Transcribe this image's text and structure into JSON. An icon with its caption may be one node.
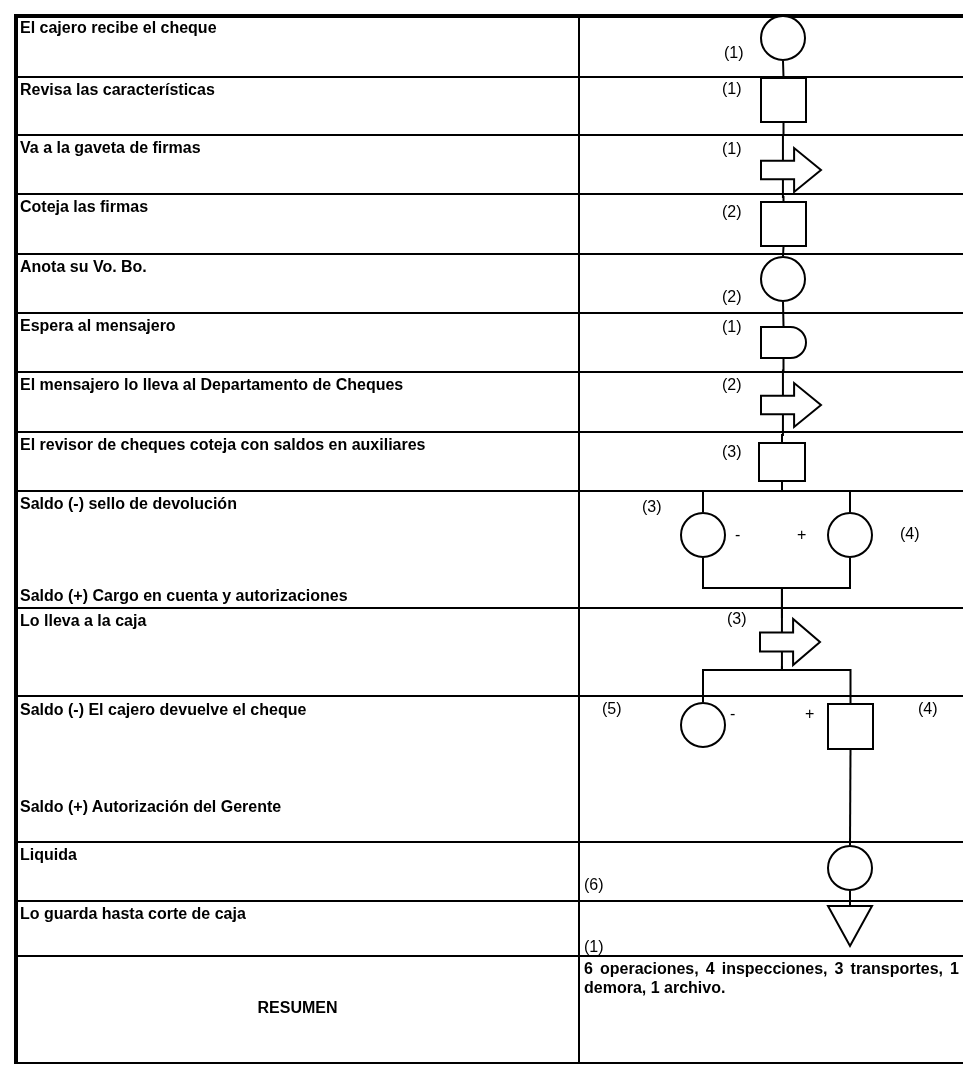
{
  "diagram": {
    "nodes": [
      {
        "text": [],
        "shape": "circle",
        "beside": [
          "(1)"
        ]
      },
      {
        "text": [],
        "shape": "box",
        "beside": [
          "(1)"
        ]
      },
      {
        "text": [],
        "shape": "arrow",
        "beside": [
          "(1)"
        ]
      },
      {
        "text": [],
        "shape": "box",
        "beside": [
          "(2)"
        ]
      },
      {
        "text": [],
        "shape": "circle",
        "beside": [
          "(2)"
        ]
      },
      {
        "text": [],
        "shape": "semicircle",
        "beside": [
          "(1)"
        ]
      },
      {
        "text": [],
        "shape": "arrow",
        "beside": [
          "(2)"
        ]
      },
      {
        "text": [],
        "shape": "box",
        "beside": [
          "(3)"
        ]
      },
      {
        "text": [],
        "shape": "circle",
        "beside": [
          "(3)",
          "-"
        ]
      },
      {
        "text": [],
        "shape": "circle",
        "beside": [
          "+",
          "(4)"
        ]
      },
      {
        "text": [],
        "shape": "arrow",
        "beside": [
          "(3)"
        ]
      },
      {
        "text": [],
        "shape": "circle",
        "beside": [
          "(5)",
          "-"
        ]
      },
      {
        "text": [],
        "shape": "box",
        "beside": [
          "+",
          "(4)"
        ]
      },
      {
        "text": [],
        "shape": "circle"
      },
      {
        "text": [],
        "shape": "triangle"
      }
    ],
    "edges": [
      {
        "from": 0,
        "to": 1,
        "arrow": "none"
      },
      {
        "from": 1,
        "to": 2,
        "arrow": "none"
      },
      {
        "from": 2,
        "to": 3,
        "arrow": "none"
      },
      {
        "from": 3,
        "to": 4,
        "arrow": "none"
      },
      {
        "from": 4,
        "to": 5,
        "arrow": "none"
      },
      {
        "from": 5,
        "to": 6,
        "arrow": "none"
      },
      {
        "from": 6,
        "to": 7,
        "arrow": "none"
      },
      {
        "from": 7,
        "to": 8,
        "arrow": "none"
      },
      {
        "from": 7,
        "to": 9,
        "arrow": "none"
      },
      {
        "from": 8,
        "to": 10,
        "arrow": "none"
      },
      {
        "from": 9,
        "to": 10,
        "arrow": "none"
      },
      {
        "from": 10,
        "to": 11,
        "arrow": "none"
      },
      {
        "from": 10,
        "to": 12,
        "arrow": "none"
      },
      {
        "from": 12,
        "to": 13,
        "arrow": "none"
      },
      {
        "from": 13,
        "to": 14,
        "arrow": "none"
      }
    ],
    "labels": [
      "El cajero recibe el cheque",
      "Revisa las características",
      "Va a la gaveta de firmas",
      "Coteja las firmas",
      "Anota su Vo. Bo.",
      "Espera al mensajero",
      "El mensajero lo lleva al Departamento de Cheques",
      "El revisor de cheques coteja con saldos en auxiliares",
      "Saldo (-) sello de devolución",
      "Saldo (+) Cargo en cuenta y autorizaciones",
      "Lo lleva a la caja",
      "Saldo (-) El cajero devuelve el cheque",
      "Saldo (+) Autorización del Gerente",
      "Liquida",
      "(6)",
      "Lo guarda hasta corte de caja",
      "(1)",
      "RESUMEN",
      "6 operaciones, 4 inspecciones, 3 transportes, 1 demora, 1 archivo."
    ]
  }
}
